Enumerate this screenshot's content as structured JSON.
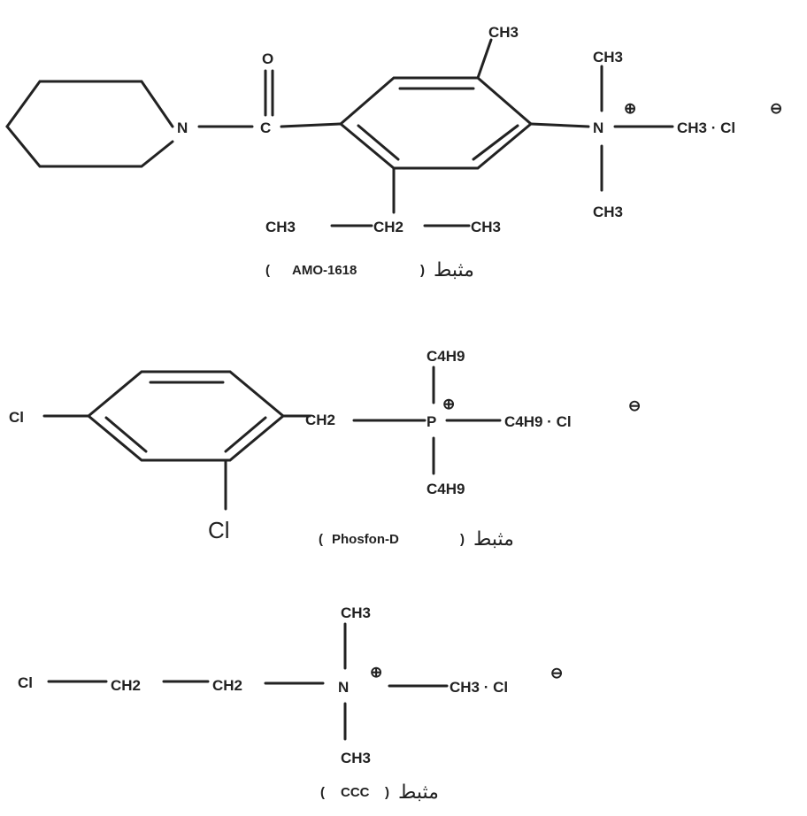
{
  "molecules": [
    {
      "name": "AMO-1618",
      "caption_prefix": "مثبط",
      "atoms": {
        "n_ring": "N",
        "carbonyl_c": "C",
        "oxygen": "O",
        "ring_methyl": "CH3",
        "n_ammonium": "N",
        "n_methyl_top": "CH3",
        "n_methyl_bottom": "CH3",
        "counter": "CH3 · Cl",
        "isopropyl_left": "CH3",
        "isopropyl_center": "CH2",
        "isopropyl_right": "CH3"
      }
    },
    {
      "name": "Phosfon-D",
      "caption_prefix": "مثبط",
      "atoms": {
        "cl_left": "Cl",
        "cl_bottom": "Cl",
        "ch2": "CH2",
        "p": "P",
        "butyl_top": "C4H9",
        "butyl_bottom": "C4H9",
        "counter": "C4H9 · Cl"
      }
    },
    {
      "name": "CCC",
      "caption_prefix": "مثبط",
      "atoms": {
        "cl": "Cl",
        "ch2_a": "CH2",
        "ch2_b": "CH2",
        "n": "N",
        "methyl_top": "CH3",
        "methyl_bottom": "CH3",
        "counter": "CH3 · Cl"
      }
    }
  ],
  "charges": {
    "plus": "⊕",
    "minus": "⊖"
  }
}
